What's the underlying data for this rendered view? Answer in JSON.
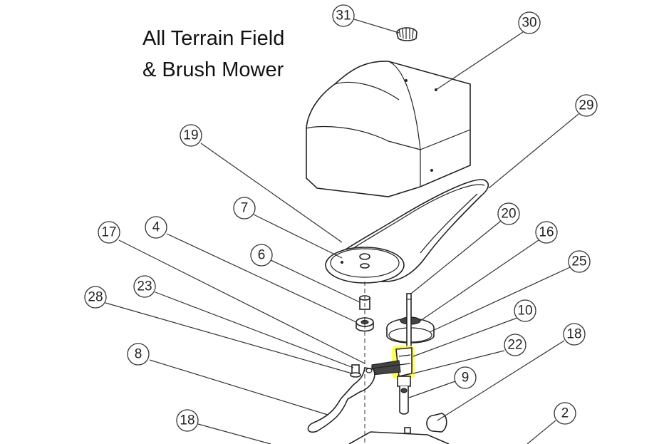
{
  "title": {
    "line1": "All Terrain Field",
    "line2": "& Brush Mower"
  },
  "callouts": [
    {
      "id": "c31",
      "label": "31"
    },
    {
      "id": "c30",
      "label": "30"
    },
    {
      "id": "c29",
      "label": "29"
    },
    {
      "id": "c19",
      "label": "19"
    },
    {
      "id": "c7",
      "label": "7"
    },
    {
      "id": "c20",
      "label": "20"
    },
    {
      "id": "c16",
      "label": "16"
    },
    {
      "id": "c25",
      "label": "25"
    },
    {
      "id": "c17",
      "label": "17"
    },
    {
      "id": "c4",
      "label": "4"
    },
    {
      "id": "c6",
      "label": "6"
    },
    {
      "id": "c10",
      "label": "10"
    },
    {
      "id": "c28",
      "label": "28"
    },
    {
      "id": "c23",
      "label": "23"
    },
    {
      "id": "c18a",
      "label": "18"
    },
    {
      "id": "c22",
      "label": "22"
    },
    {
      "id": "c8",
      "label": "8"
    },
    {
      "id": "c9",
      "label": "9"
    },
    {
      "id": "c18b",
      "label": "18"
    },
    {
      "id": "c2",
      "label": "2"
    }
  ],
  "highlight_color": "#ffff33"
}
